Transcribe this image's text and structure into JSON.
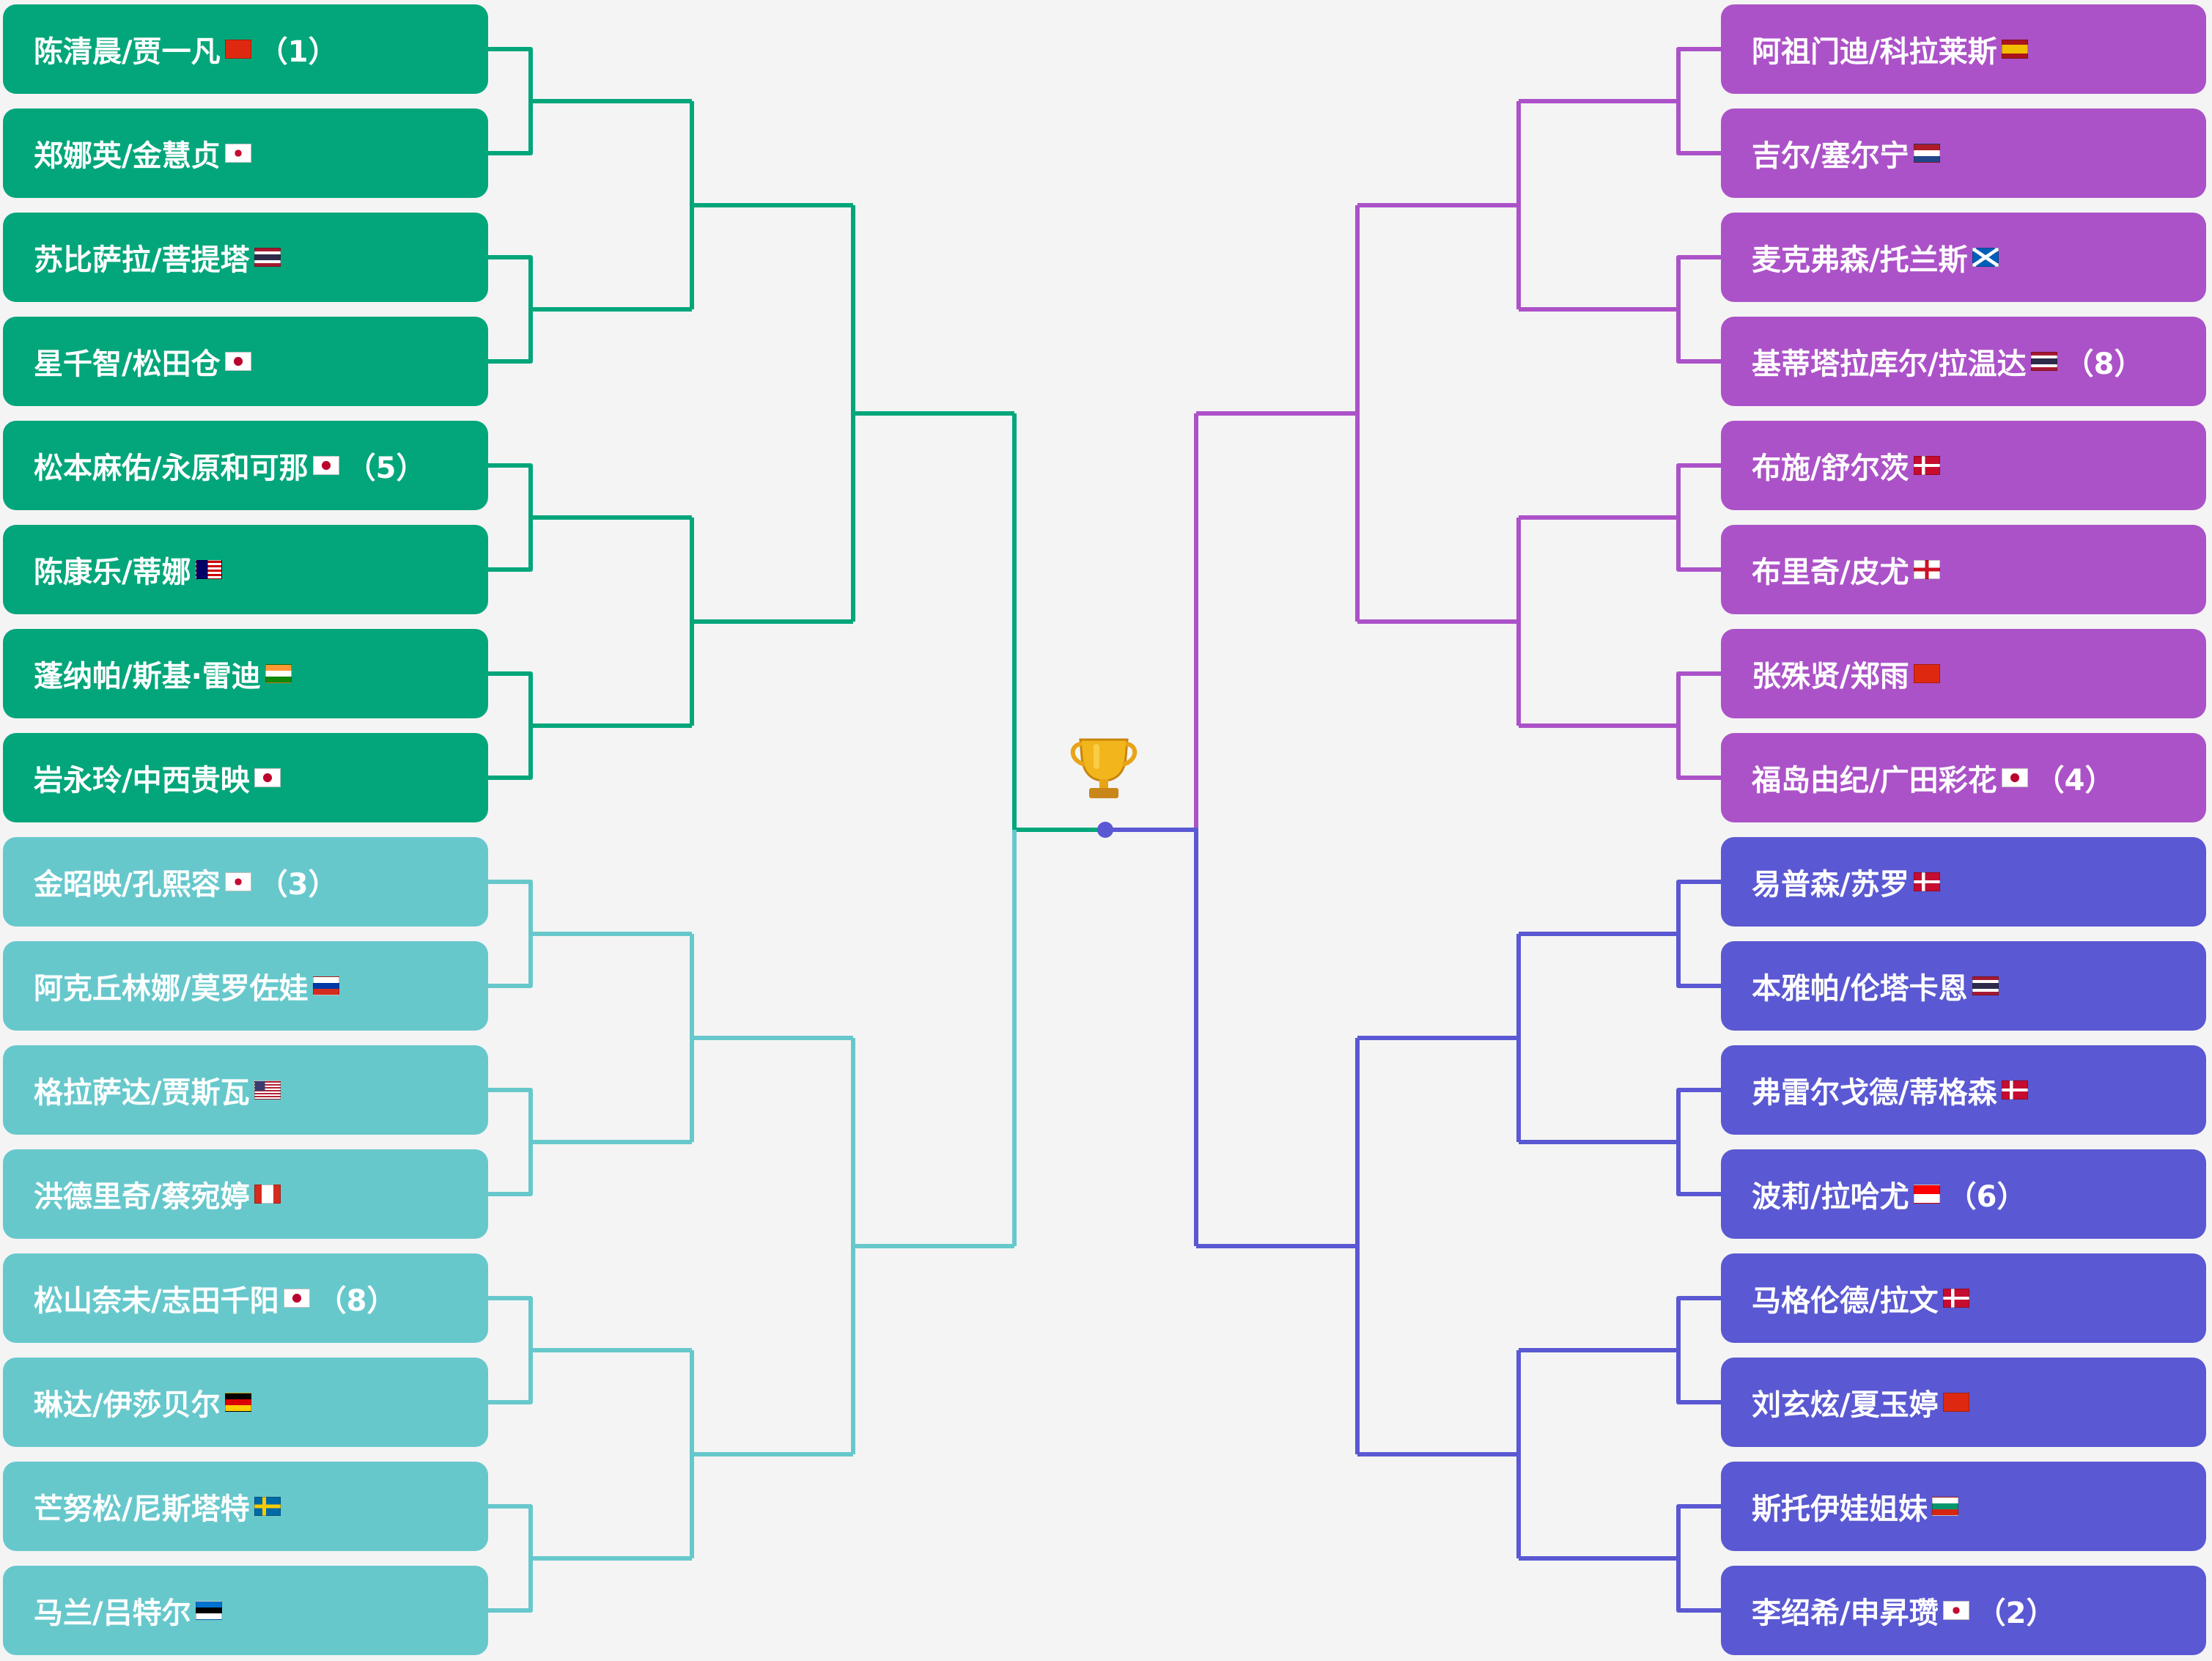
{
  "colors": {
    "left_top": "#02a67a",
    "left_bottom": "#67c8cc",
    "right_top": "#ac52c8",
    "right_bottom": "#5a58d2",
    "background": "#f4f4f4"
  },
  "center_icon": "trophy-icon",
  "left_top": [
    {
      "name": "陈清晨/贾一凡",
      "flag": "china",
      "seed": "（1）"
    },
    {
      "name": "郑娜英/金慧贞",
      "flag": "south-korea",
      "seed": ""
    },
    {
      "name": "苏比萨拉/菩提塔",
      "flag": "thailand",
      "seed": ""
    },
    {
      "name": "星千智/松田仓",
      "flag": "japan",
      "seed": ""
    },
    {
      "name": "松本麻佑/永原和可那",
      "flag": "japan",
      "seed": "（5）"
    },
    {
      "name": "陈康乐/蒂娜",
      "flag": "malaysia",
      "seed": ""
    },
    {
      "name": "蓬纳帕/斯基·雷迪",
      "flag": "india",
      "seed": ""
    },
    {
      "name": "岩永玲/中西贵映",
      "flag": "japan",
      "seed": ""
    }
  ],
  "left_bottom": [
    {
      "name": "金昭映/孔熙容",
      "flag": "south-korea",
      "seed": "（3）"
    },
    {
      "name": "阿克丘林娜/莫罗佐娃",
      "flag": "russia",
      "seed": ""
    },
    {
      "name": "格拉萨达/贾斯瓦",
      "flag": "usa",
      "seed": ""
    },
    {
      "name": "洪德里奇/蔡宛婷",
      "flag": "canada",
      "seed": ""
    },
    {
      "name": "松山奈未/志田千阳",
      "flag": "japan",
      "seed": "（8）"
    },
    {
      "name": "琳达/伊莎贝尔",
      "flag": "germany",
      "seed": ""
    },
    {
      "name": "芒努松/尼斯塔特",
      "flag": "sweden",
      "seed": ""
    },
    {
      "name": "马兰/吕特尔",
      "flag": "estonia",
      "seed": ""
    }
  ],
  "right_top": [
    {
      "name": "阿祖门迪/科拉莱斯",
      "flag": "spain",
      "seed": ""
    },
    {
      "name": "吉尔/塞尔宁",
      "flag": "netherlands",
      "seed": ""
    },
    {
      "name": "麦克弗森/托兰斯",
      "flag": "scotland",
      "seed": ""
    },
    {
      "name": "基蒂塔拉库尔/拉温达",
      "flag": "thailand",
      "seed": "（8）"
    },
    {
      "name": "布施/舒尔茨",
      "flag": "denmark",
      "seed": ""
    },
    {
      "name": "布里奇/皮尤",
      "flag": "england",
      "seed": ""
    },
    {
      "name": "张殊贤/郑雨",
      "flag": "china",
      "seed": ""
    },
    {
      "name": "福岛由纪/广田彩花",
      "flag": "japan",
      "seed": "（4）"
    }
  ],
  "right_bottom": [
    {
      "name": "易普森/苏罗",
      "flag": "denmark",
      "seed": ""
    },
    {
      "name": "本雅帕/伦塔卡恩",
      "flag": "thailand",
      "seed": ""
    },
    {
      "name": "弗雷尔戈德/蒂格森",
      "flag": "denmark",
      "seed": ""
    },
    {
      "name": "波莉/拉哈尤",
      "flag": "indonesia",
      "seed": "（6）"
    },
    {
      "name": "马格伦德/拉文",
      "flag": "denmark",
      "seed": ""
    },
    {
      "name": "刘玄炫/夏玉婷",
      "flag": "china",
      "seed": ""
    },
    {
      "name": "斯托伊娃姐妹",
      "flag": "bulgaria",
      "seed": ""
    },
    {
      "name": "李绍希/申昇瓒",
      "flag": "south-korea",
      "seed": "（2）"
    }
  ]
}
